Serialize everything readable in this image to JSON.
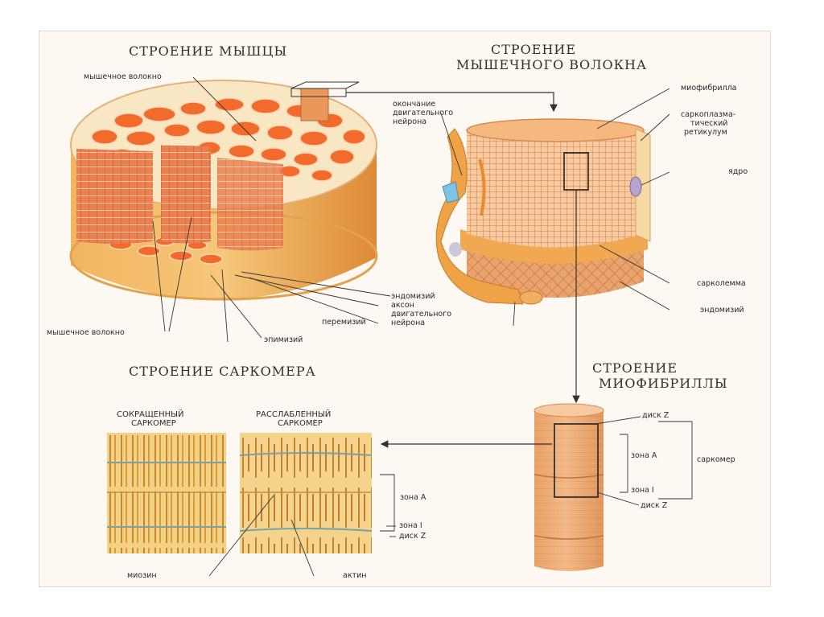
{
  "titles": {
    "muscle": "СТРОЕНИЕ МЫШЦЫ",
    "fiber_1": "СТРОЕНИЕ",
    "fiber_2": "МЫШЕЧНОГО ВОЛОКНА",
    "sarcomere": "СТРОЕНИЕ САРКОМЕРА",
    "myofibril_1": "СТРОЕНИЕ",
    "myofibril_2": "МИОФИБРИЛЛЫ"
  },
  "muscle_labels": {
    "fiber_top": "мышечное волокно",
    "fiber_bottom": "мышечное волокно",
    "endomysium": "эндомизий",
    "perimysium": "перемизий",
    "epimysium": "эпимизий"
  },
  "fiber_labels": {
    "nerve_ending_1": "окончание",
    "nerve_ending_2": "двигательного",
    "nerve_ending_3": "нейрона",
    "myofibril": "миофибрилла",
    "sr_1": "саркоплазма-",
    "sr_2": "тический",
    "sr_3": "ретикулум",
    "nucleus": "ядро",
    "sarcolemma": "сарколемма",
    "endomysium": "эндомизий",
    "axon_1": "аксон",
    "axon_2": "двигательного",
    "axon_3": "нейрона"
  },
  "sarcomere_labels": {
    "contracted_1": "СОКРАЩЕННЫЙ",
    "contracted_2": "САРКОМЕР",
    "relaxed_1": "РАССЛАБЛЕННЫЙ",
    "relaxed_2": "САРКОМЕР",
    "zone_a": "зона А",
    "zone_i": "зона I",
    "disk_z": "диск Z",
    "myosin": "миозин",
    "actin": "актин"
  },
  "myofibril_labels": {
    "disk_z_top": "диск Z",
    "zone_a": "зона А",
    "zone_i": "зона I",
    "disk_z_bottom": "диск Z",
    "sarcomere": "саркомер"
  },
  "colors": {
    "fiber_fill": "#f5652a",
    "muscle_body": "#f0a24a",
    "sarcomere_bg": "#f2cf7a",
    "myofibril_body": "#eeab73",
    "line": "#3a3a3a"
  }
}
